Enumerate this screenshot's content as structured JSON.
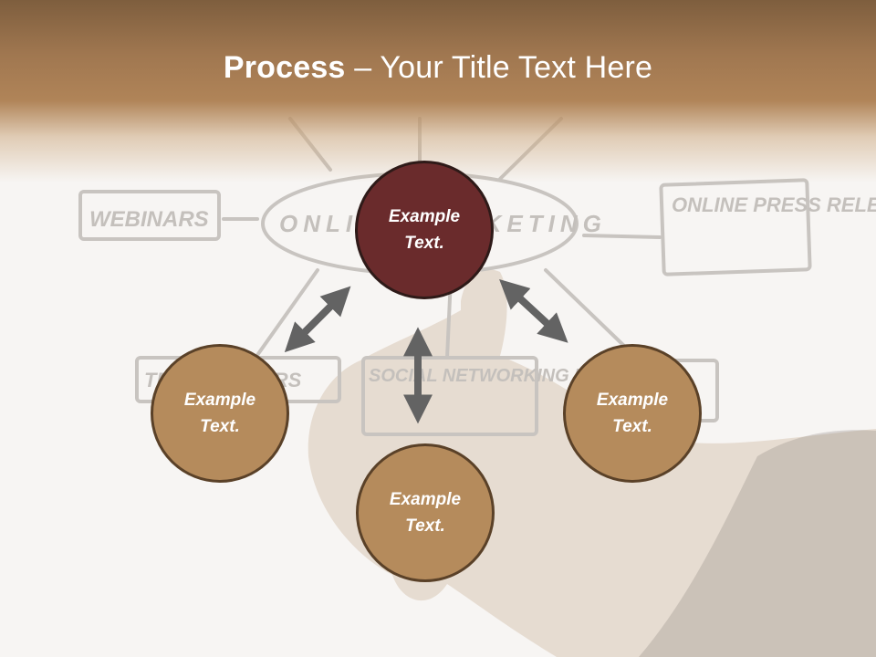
{
  "title": {
    "bold": "Process",
    "separator": " – ",
    "rest": "Your Title Text Here"
  },
  "background_sketch": {
    "labels": [
      "WEBINARS",
      "ONLINE MARKETING",
      "ONLINE PRESS RELEASES",
      "TELESEMINARS",
      "SOCIAL NETWORKING FORUMS"
    ]
  },
  "nodes": {
    "top": "Example Text.",
    "left": "Example Text.",
    "right": "Example Text.",
    "bottom": "Example Text."
  },
  "colors": {
    "header": "#a07750",
    "node_light": "#b58b5c",
    "node_dark": "#6a2b2c",
    "arrow": "#636363",
    "text": "#ffffff"
  }
}
